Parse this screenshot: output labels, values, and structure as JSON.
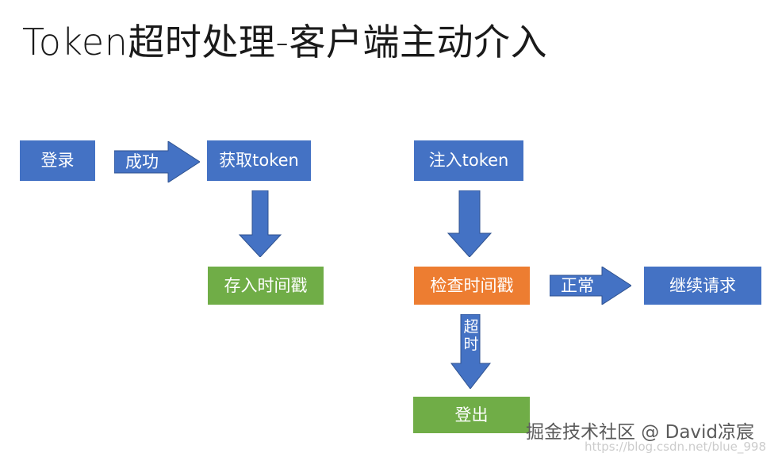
{
  "diagram": {
    "title": "Token超时处理-客户端主动介入",
    "colors": {
      "blue": "#4472C4",
      "green": "#70AD47",
      "orange": "#ED7D31",
      "arrow_blue": "#4472C4",
      "title_text": "#1a1a1a",
      "node_text": "#ffffff",
      "background": "#ffffff"
    },
    "nodes": [
      {
        "id": "login",
        "label": "登录",
        "color": "blue"
      },
      {
        "id": "get-token",
        "label": "获取token",
        "color": "blue"
      },
      {
        "id": "save-ts",
        "label": "存入时间戳",
        "color": "green"
      },
      {
        "id": "inject-token",
        "label": "注入token",
        "color": "blue"
      },
      {
        "id": "check-ts",
        "label": "检查时间戳",
        "color": "orange"
      },
      {
        "id": "continue-req",
        "label": "继续请求",
        "color": "blue"
      },
      {
        "id": "logout",
        "label": "登出",
        "color": "green"
      }
    ],
    "arrows": [
      {
        "id": "success",
        "label": "成功",
        "direction": "right"
      },
      {
        "id": "to-save",
        "label": "",
        "direction": "down"
      },
      {
        "id": "to-check",
        "label": "",
        "direction": "down"
      },
      {
        "id": "normal",
        "label": "正常",
        "direction": "right"
      },
      {
        "id": "timeout",
        "label": "超时",
        "direction": "down"
      }
    ]
  },
  "watermark": {
    "text": "掘金技术社区 @ David凉宸",
    "url": "https://blog.csdn.net/blue_998"
  }
}
